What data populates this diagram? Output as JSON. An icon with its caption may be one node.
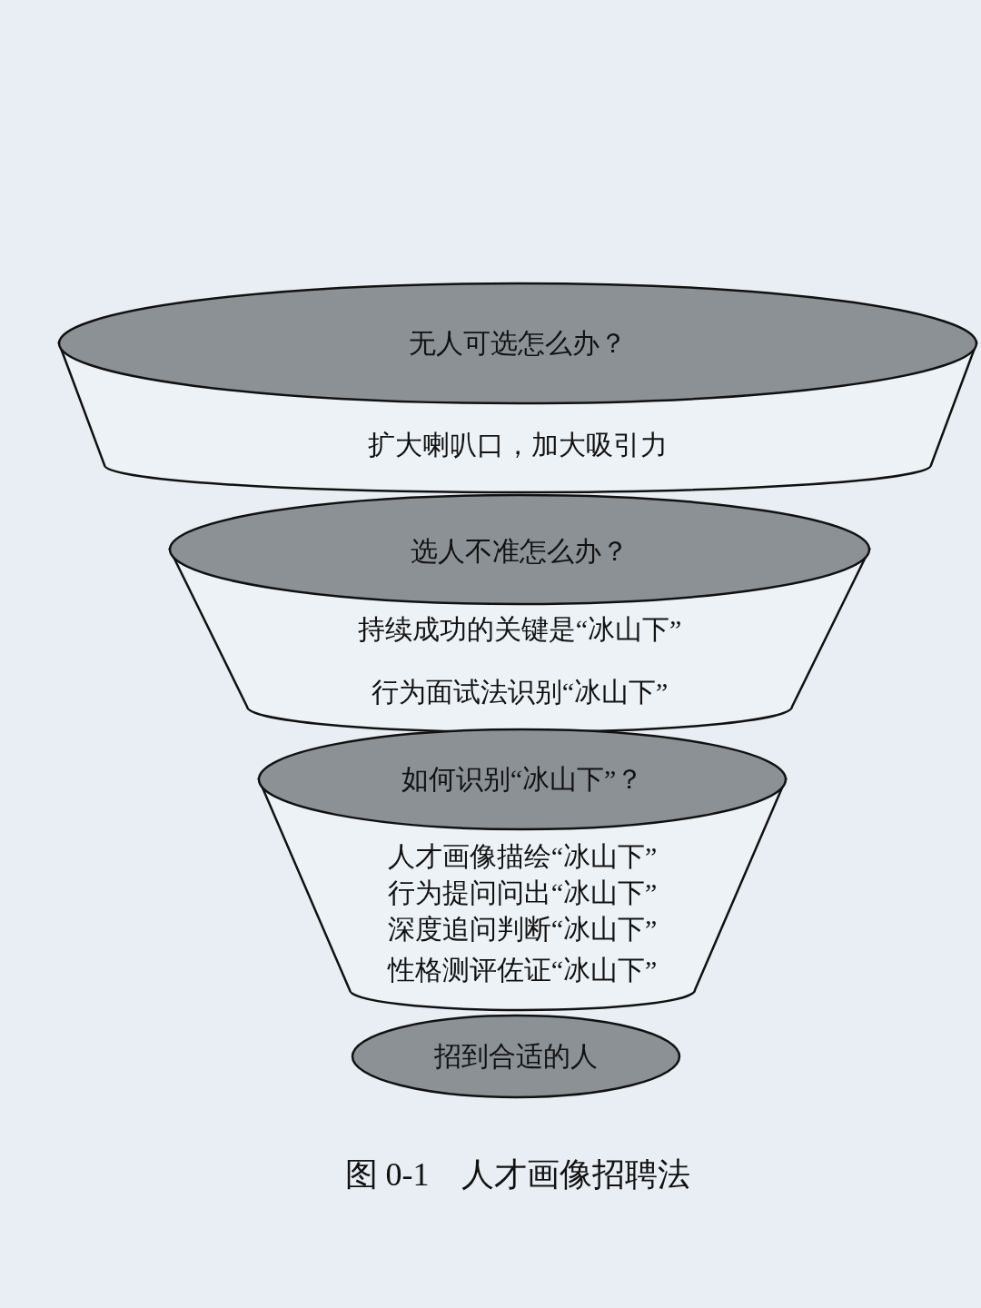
{
  "diagram": {
    "caption": "图 0-1　人才画像招聘法",
    "nodes": [
      {
        "text": [
          "无人可选怎么办？",
          "扩大喇叭口，加大吸引力"
        ]
      },
      {
        "text": [
          "选人不准怎么办？",
          "持续成功的关键是“冰山下”",
          "行为面试法识别“冰山下”"
        ]
      },
      {
        "text": [
          "如何识别“冰山下”？",
          "人才画像描绘“冰山下”",
          "行为提问问出“冰山下”",
          "深度追问判断“冰山下”",
          "性格测评佐证“冰山下”"
        ]
      },
      {
        "text": [
          "招到合适的人"
        ]
      }
    ],
    "edges": []
  }
}
